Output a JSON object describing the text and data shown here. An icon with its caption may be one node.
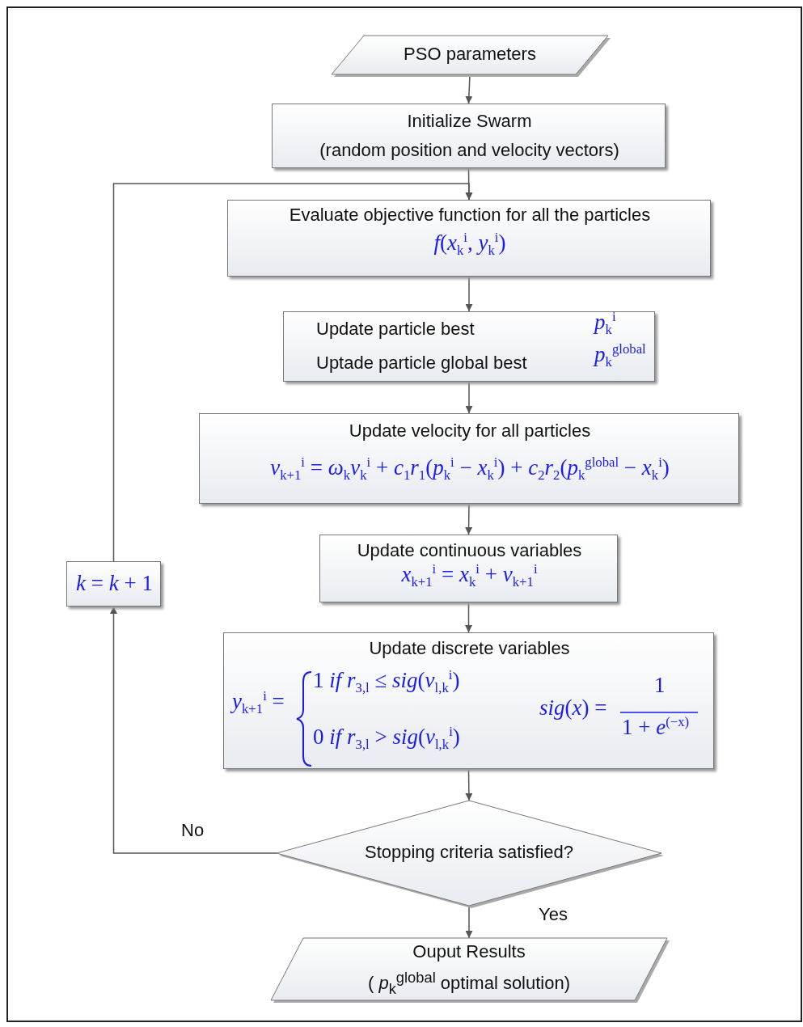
{
  "diagram": {
    "nodes": [
      {
        "text": [
          "PSO parameters"
        ]
      },
      {
        "text": [
          "Initialize Swarm",
          "(random position and velocity vectors)"
        ]
      },
      {
        "text": [
          "Evaluate objective function for all the particles",
          "*f*(*x*$_{k}$$^{i}$, *y*$_{k}$$^{i}$)"
        ]
      },
      {
        "text": [
          "Update particle best",
          "*p*$_{k}$$^{i}$",
          "Uptade particle global best",
          "*p*$_{k}$$^{global}$"
        ]
      },
      {
        "text": [
          "Update velocity for all particles",
          "*v*$_{k+1}$$^{i}$ = *ω*$_{k}$*v*$_{k}$$^{i}$ + *c*$_{1}$*r*$_{1}$(*p*$_{k}$$^{i}$ − *x*$_{k}$$^{i}$) + *c*$_{2}$*r*$_{2}$(*p*$_{k}$$^{global}$ − *x*$_{k}$$^{i}$)"
        ]
      },
      {
        "text": [
          "Update continuous variables",
          "*x*$_{k+1}$$^{i}$ = *x*$_{k}$$^{i}$ + *v*$_{k+1}$$^{i}$"
        ]
      },
      {
        "text": [
          "Update discrete variables",
          "*y*$_{k+1}$$^{i}$ =",
          "1 *if* *r*$_{3,l}$ ≤ *sig*(*v*$_{l,k}$$^{i}$)",
          "0 *if* *r*$_{3,l}$ > *sig*(*v*$_{l,k}$$^{i}$)",
          "*sig*(*x*) =",
          "1",
          "1 + *e*$^{(−x)}$"
        ]
      },
      {
        "text": [
          "Stopping criteria satisfied?"
        ]
      },
      {
        "text": [
          "Ouput Results",
          "( *p*$_{k}$$^{global}$ optimal solution)"
        ]
      },
      {
        "text": [
          "*k* = *k* + 1"
        ]
      }
    ],
    "edges": [
      {
        "from": 0,
        "to": 1,
        "arrow": "to"
      },
      {
        "from": 1,
        "to": 2,
        "arrow": "to"
      },
      {
        "from": 2,
        "to": 3,
        "arrow": "to"
      },
      {
        "from": 3,
        "to": 4,
        "arrow": "to"
      },
      {
        "from": 4,
        "to": 5,
        "arrow": "to"
      },
      {
        "from": 5,
        "to": 6,
        "arrow": "to"
      },
      {
        "from": 6,
        "to": 7,
        "arrow": "to"
      },
      {
        "from": 7,
        "to": 8,
        "arrow": "to",
        "label": "Yes"
      },
      {
        "from": 7,
        "to": 9,
        "arrow": "to",
        "label": "No"
      },
      {
        "from": 9,
        "to": 2,
        "arrow": "to"
      }
    ]
  }
}
